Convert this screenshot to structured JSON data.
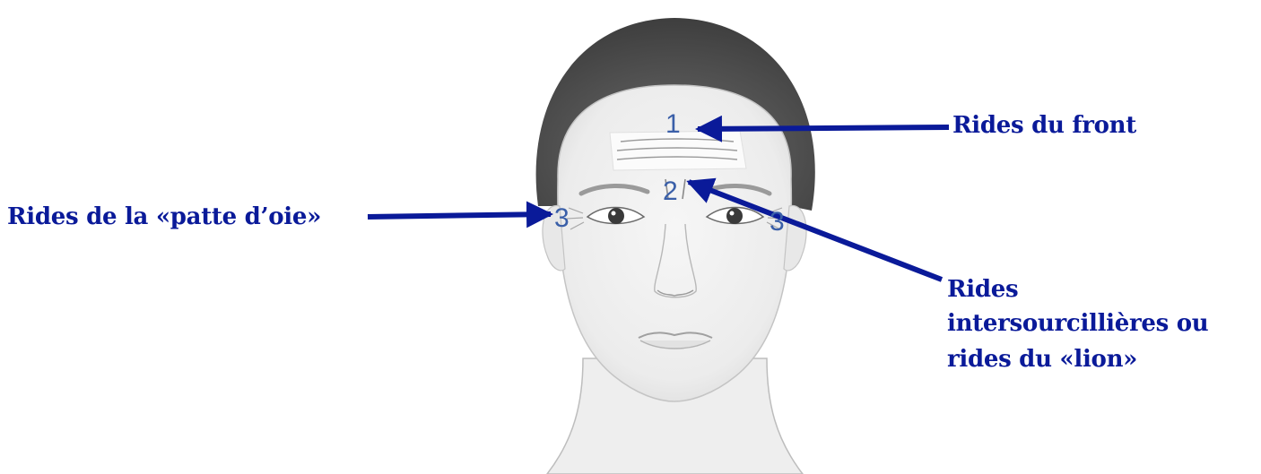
{
  "labels": {
    "front": "Rides du front",
    "patte_oie": "Rides de  la «patte d’oie»",
    "lion_line1": "Rides",
    "lion_line2": "intersourcillières ou",
    "lion_line3": "rides du «lion»"
  },
  "markers": {
    "zone1": "1",
    "zone2": "2",
    "zone3_left": "3",
    "zone3_right": "3"
  },
  "colors": {
    "arrow": "#0a1a99",
    "label_text": "#0a1a99",
    "marker_text": "#3a5fa8"
  }
}
